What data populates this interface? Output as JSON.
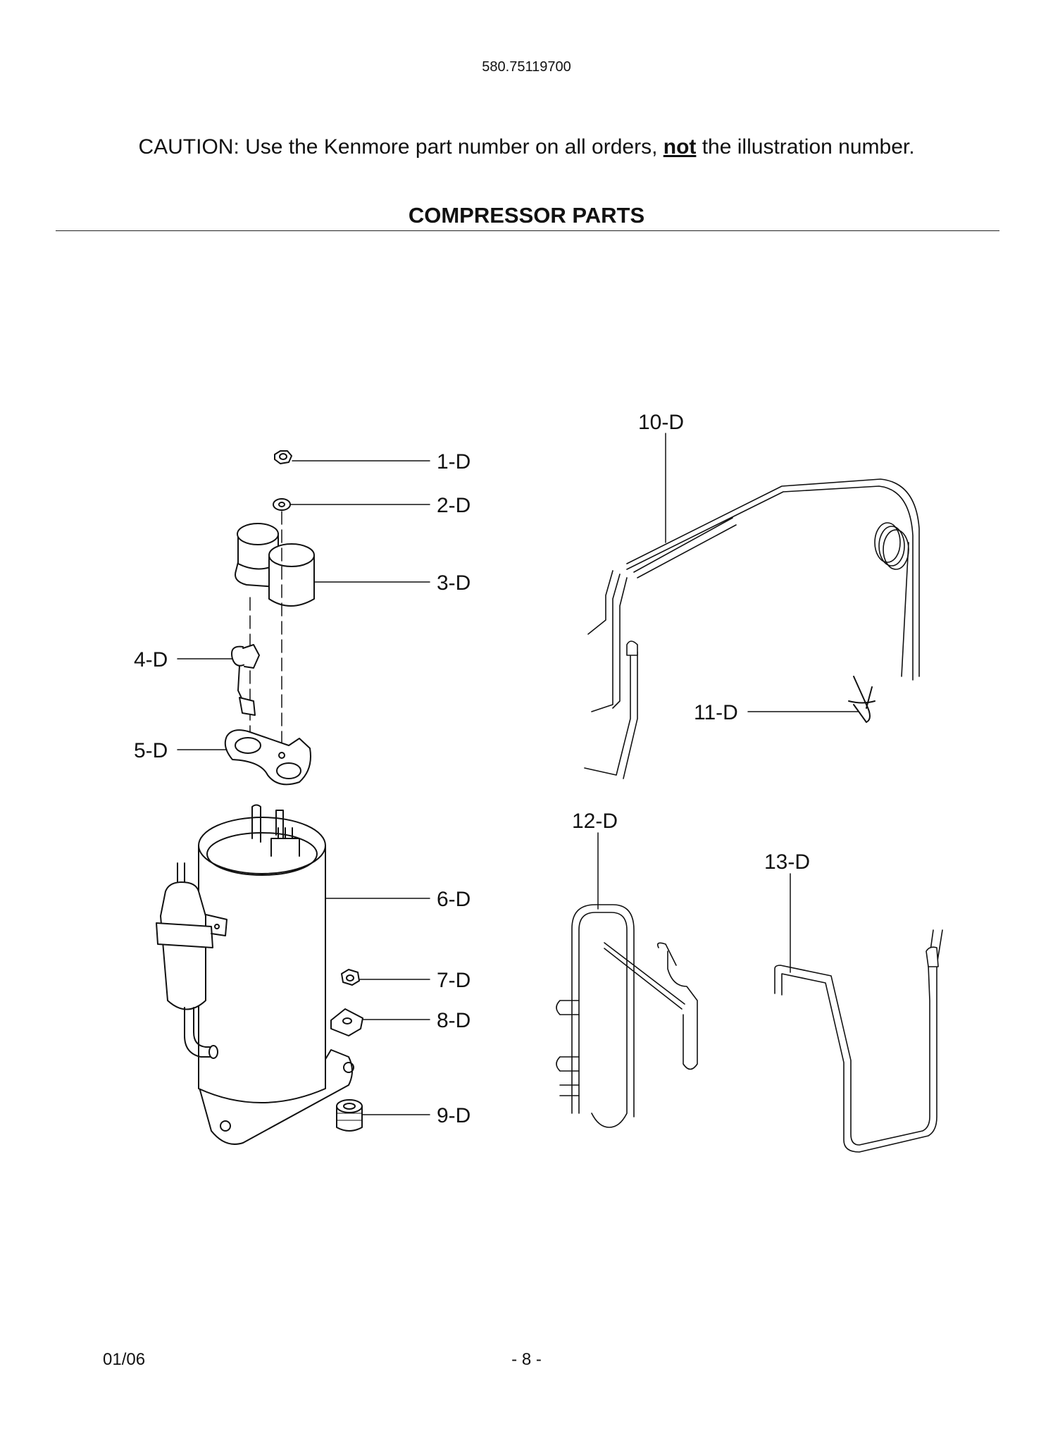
{
  "header": {
    "model_number": "580.75119700",
    "caution_prefix": "CAUTION: Use the Kenmore part number on all orders, ",
    "caution_emphasis": "not",
    "caution_suffix": " the illustration number.",
    "section_title": "COMPRESSOR PARTS"
  },
  "callouts": {
    "p1": "1-D",
    "p2": "2-D",
    "p3": "3-D",
    "p4": "4-D",
    "p5": "5-D",
    "p6": "6-D",
    "p7": "7-D",
    "p8": "8-D",
    "p9": "9-D",
    "p10": "10-D",
    "p11": "11-D",
    "p12": "12-D",
    "p13": "13-D"
  },
  "footer": {
    "date": "01/06",
    "page": "- 8 -"
  }
}
